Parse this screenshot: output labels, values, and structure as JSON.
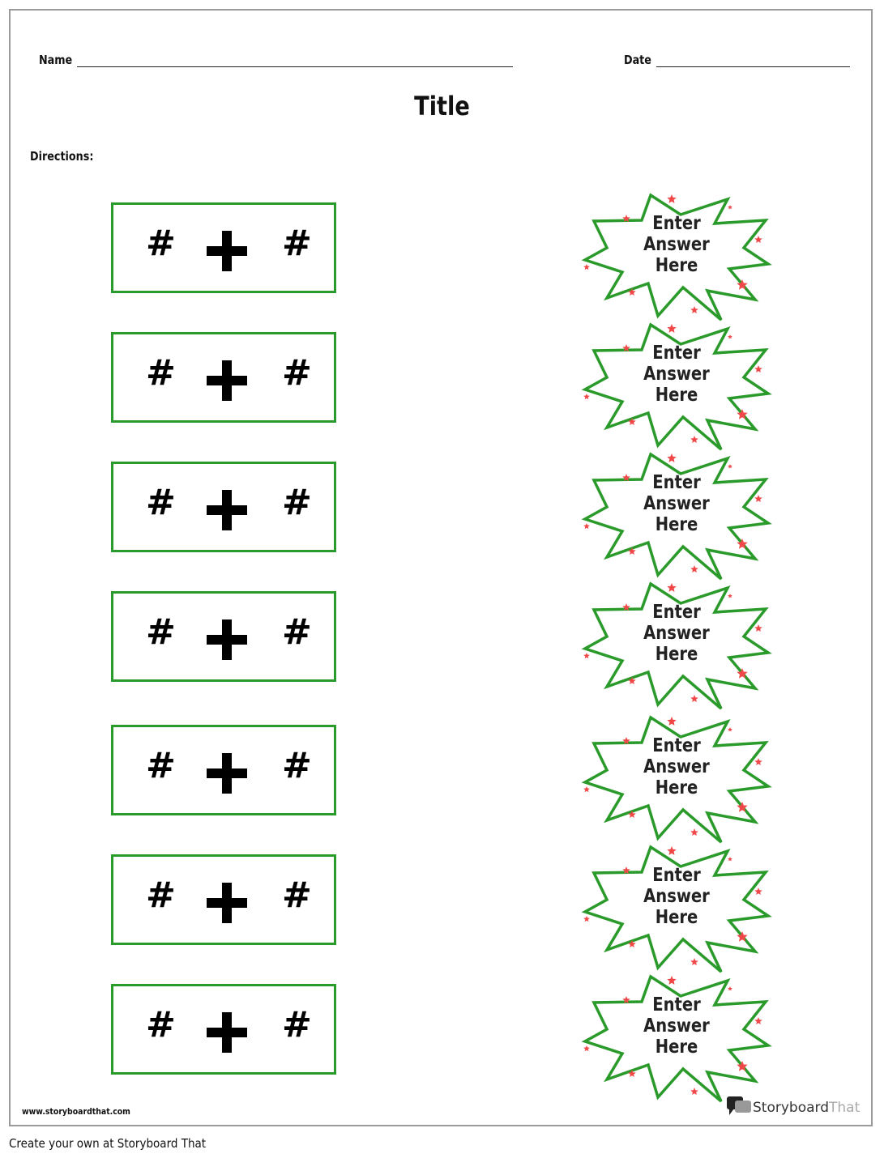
{
  "header": {
    "name_label": "Name",
    "date_label": "Date",
    "title": "Title",
    "directions_label": "Directions:"
  },
  "problems": [
    {
      "left": "#",
      "operator": "+",
      "right": "#",
      "answer": "Enter Answer Here"
    },
    {
      "left": "#",
      "operator": "+",
      "right": "#",
      "answer": "Enter Answer Here"
    },
    {
      "left": "#",
      "operator": "+",
      "right": "#",
      "answer": "Enter Answer Here"
    },
    {
      "left": "#",
      "operator": "+",
      "right": "#",
      "answer": "Enter Answer Here"
    },
    {
      "left": "#",
      "operator": "+",
      "right": "#",
      "answer": "Enter Answer Here"
    },
    {
      "left": "#",
      "operator": "+",
      "right": "#",
      "answer": "Enter Answer Here"
    },
    {
      "left": "#",
      "operator": "+",
      "right": "#",
      "answer": "Enter Answer Here"
    }
  ],
  "footer": {
    "url": "www.storyboardthat.com",
    "brand_a": "Storyboard",
    "brand_b": "That",
    "create": "Create your own at Storyboard That"
  },
  "colors": {
    "box_border": "#2a9a2a",
    "stars": "#f04848"
  },
  "icons": {
    "operator": "plus-icon",
    "logo": "speech-bubble-icon"
  }
}
